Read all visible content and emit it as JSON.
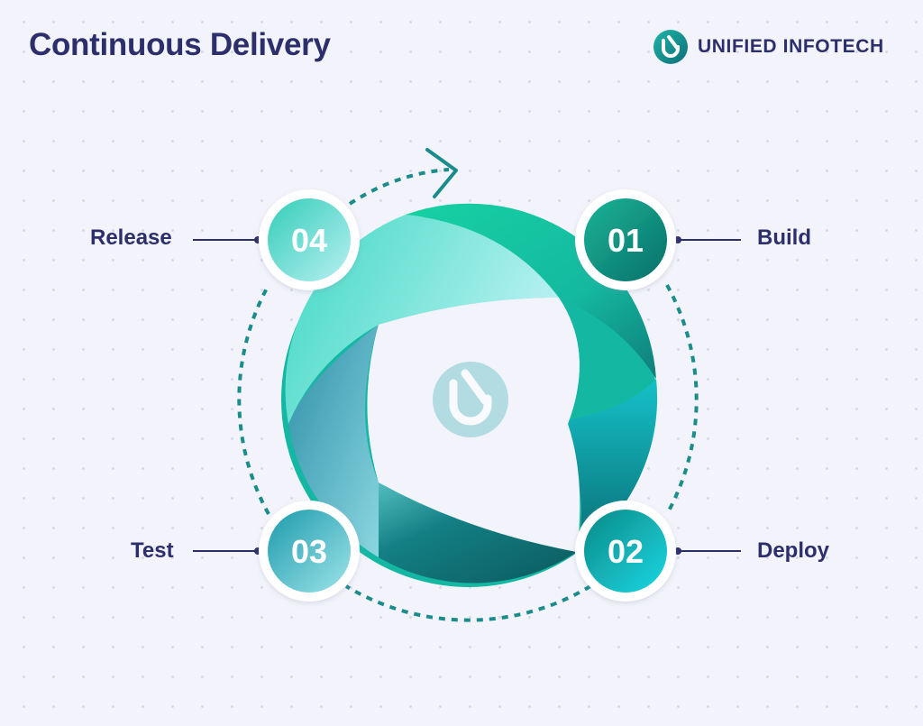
{
  "title": "Continuous Delivery",
  "brand": {
    "name": "UNIFIED INFOTECH",
    "logo": "unified-infotech-logo"
  },
  "colors": {
    "title": "#2c2f6b",
    "teal_dark": "#0f6f6b",
    "teal": "#1fc7a6",
    "cyan": "#19d6e6",
    "light_teal": "#8fe3e6",
    "dashed_path": "#1a8c8c"
  },
  "steps": [
    {
      "number": "01",
      "label": "Build"
    },
    {
      "number": "02",
      "label": "Deploy"
    },
    {
      "number": "03",
      "label": "Test"
    },
    {
      "number": "04",
      "label": "Release"
    }
  ]
}
